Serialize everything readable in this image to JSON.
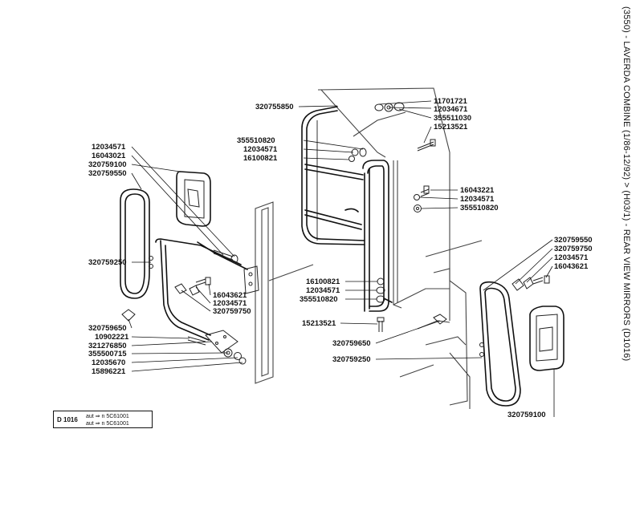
{
  "title": "(3550) - LAVERDA COMBINE (1/86-12/92) > (H03/1) - REAR VIEW MIRRORS (D1016)",
  "reference": {
    "code": "D 1016",
    "lines": [
      "aut ⇒ n 5C61001",
      "aut ⇒ n 5C61001"
    ]
  },
  "callouts": [
    "320755850",
    "11701721",
    "12034671",
    "355511030",
    "15213521",
    "355510820",
    "12034571",
    "16100821",
    "16043221",
    "12034571",
    "355510820",
    "12034571",
    "16043021",
    "320759100",
    "320759550",
    "320759250",
    "16043621",
    "12034571",
    "320759750",
    "320759650",
    "10902221",
    "321276850",
    "355500715",
    "12035670",
    "15896221",
    "16100821",
    "12034571",
    "355510820",
    "15213521",
    "320759650",
    "320759250",
    "320759550",
    "320759750",
    "12034571",
    "16043621",
    "320759100"
  ]
}
